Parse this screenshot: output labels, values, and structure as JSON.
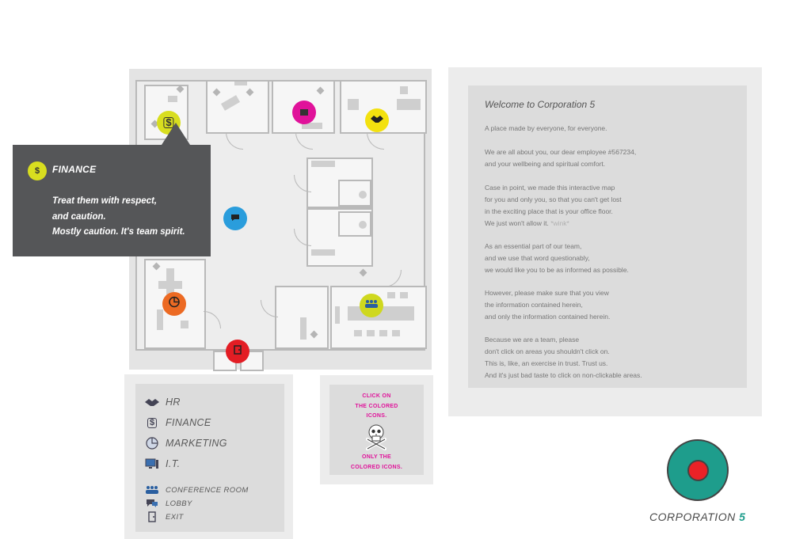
{
  "colors": {
    "finance": "#d8de1f",
    "hr": "#f3e10f",
    "it": "#e0129a",
    "lobby": "#2a9ddc",
    "marketing": "#ec6a23",
    "conference": "#cfd81f",
    "exit": "#e31d24",
    "tooltip_bg": "#555658",
    "brand_teal": "#1e9d8c",
    "brand_red": "#ea2227"
  },
  "map": {
    "icons": [
      {
        "key": "finance",
        "icon": "money-bag-icon",
        "glyph": "$"
      },
      {
        "key": "it",
        "icon": "computer-icon"
      },
      {
        "key": "hr",
        "icon": "handshake-icon"
      },
      {
        "key": "lobby",
        "icon": "speech-bubble-icon"
      },
      {
        "key": "marketing",
        "icon": "pie-chart-icon"
      },
      {
        "key": "conference",
        "icon": "people-group-icon"
      },
      {
        "key": "exit",
        "icon": "exit-door-icon"
      }
    ]
  },
  "tooltip": {
    "title": "FINANCE",
    "lines": [
      "Treat them with respect,",
      "and caution.",
      "Mostly caution. It's team spirit."
    ]
  },
  "legend": {
    "items": [
      {
        "label": "HR",
        "icon": "handshake-icon"
      },
      {
        "label": "FINANCE",
        "icon": "money-bag-icon"
      },
      {
        "label": "MARKETING",
        "icon": "pie-chart-icon"
      },
      {
        "label": "I.T.",
        "icon": "computer-icon"
      },
      {
        "label": "CONFERENCE ROOM",
        "icon": "people-group-icon"
      },
      {
        "label": "LOBBY",
        "icon": "speech-bubble-icon"
      },
      {
        "label": "EXIT",
        "icon": "exit-door-icon"
      }
    ]
  },
  "warning": {
    "top_lines": [
      "CLICK ON",
      "THE COLORED",
      "ICONS."
    ],
    "bottom_lines": [
      "ONLY THE",
      "COLORED ICONS."
    ],
    "icon": "skull-crossbones-icon"
  },
  "welcome": {
    "title": "Welcome to Corporation 5",
    "paragraphs": [
      [
        "A place made by everyone, for everyone."
      ],
      [
        "We are all about you, our dear employee #567234,",
        "and your wellbeing and spiritual comfort."
      ],
      [
        "Case in point, we made this interactive map",
        "for you and only you, so that you can't get lost",
        "in the exciting place that is your office floor.",
        "We just won't allow it."
      ],
      [
        "As an essential part of our team,",
        "and we use that word questionably,",
        "we would like you to be as informed as possible."
      ],
      [
        "However, please make sure that you view",
        "the information contained herein,",
        "and only the information contained herein."
      ],
      [
        "Because we are a team, please",
        "don't click on areas you shouldn't click on.",
        "This is, like, an exercise in trust. Trust us.",
        "And it's just bad taste to click on non-clickable areas."
      ]
    ],
    "wink": "*wink*"
  },
  "logo": {
    "text": "CORPORATION",
    "number": "5"
  }
}
